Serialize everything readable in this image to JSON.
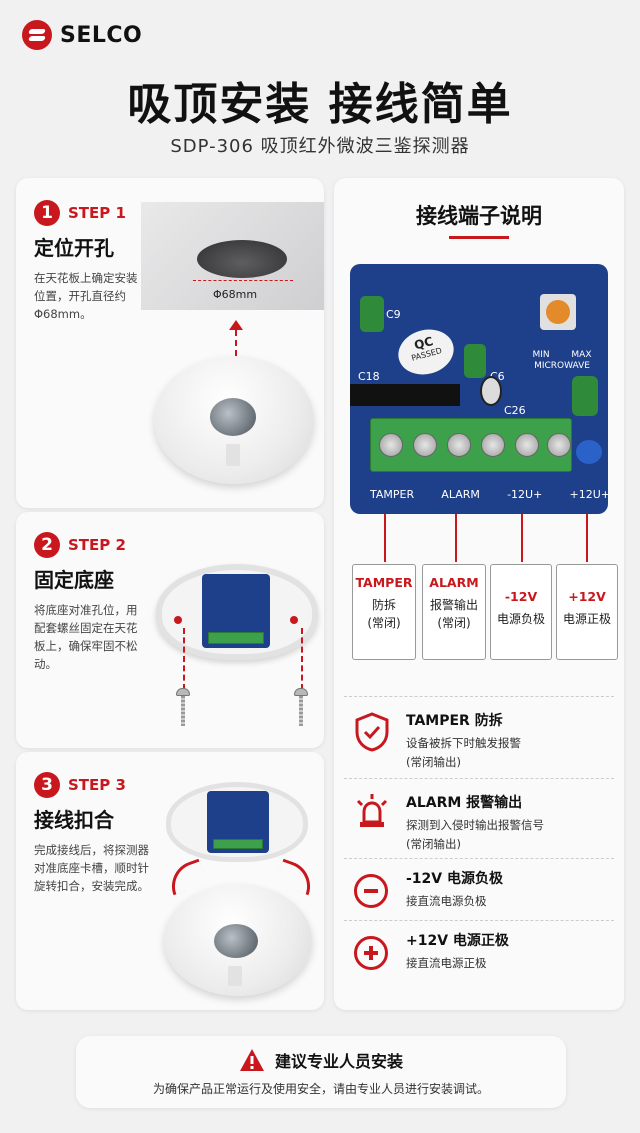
{
  "brand": {
    "name": "SELCO"
  },
  "hero": {
    "title": "吸顶安装  接线简单",
    "subtitle": "SDP-306 吸顶红外微波三鉴探测器"
  },
  "steps": [
    {
      "num": "1",
      "label": "STEP 1",
      "title": "定位开孔",
      "desc": "在天花板上确定安装位置，开孔直径约Φ68mm。",
      "dimension": "Φ68mm"
    },
    {
      "num": "2",
      "label": "STEP 2",
      "title": "固定底座",
      "desc": "将底座对准孔位，用配套螺丝固定在天花板上，确保牢固不松动。"
    },
    {
      "num": "3",
      "label": "STEP 3",
      "title": "接线扣合",
      "desc": "完成接线后，将探测器对准底座卡槽，顺时针旋转扣合，安装完成。"
    }
  ],
  "wiring": {
    "title": "接线端子说明",
    "pcb_labels": {
      "c9": "C9",
      "c18": "C18",
      "c6": "C6",
      "c26": "C26",
      "qc": "QC",
      "passed": "PASSED",
      "min": "MIN",
      "max": "MAX",
      "microwave": "MICROWAVE",
      "tamper": "TAMPER",
      "alarm": "ALARM",
      "neg12": "-12U+",
      "pos12": "+12U+"
    },
    "terminals": [
      {
        "code": "TAMPER",
        "line1": "防拆",
        "line2": "(常闭)"
      },
      {
        "code": "ALARM",
        "line1": "报警输出",
        "line2": "(常闭)"
      },
      {
        "code": "-12V",
        "line1": "电源负极",
        "line2": ""
      },
      {
        "code": "+12V",
        "line1": "电源正极",
        "line2": ""
      }
    ],
    "legend": [
      {
        "icon": "shield-check-icon",
        "title": "TAMPER 防拆",
        "desc1": "设备被拆下时触发报警",
        "desc2": "(常闭输出)"
      },
      {
        "icon": "alarm-siren-icon",
        "title": "ALARM 报警输出",
        "desc1": "探测到入侵时输出报警信号",
        "desc2": "(常闭输出)"
      },
      {
        "icon": "minus-circle-icon",
        "title": "-12V 电源负极",
        "desc1": "接直流电源负极",
        "desc2": ""
      },
      {
        "icon": "plus-circle-icon",
        "title": "+12V 电源正极",
        "desc1": "接直流电源正极",
        "desc2": ""
      }
    ]
  },
  "notice": {
    "title": "建议专业人员安装",
    "desc": "为确保产品正常运行及使用安全，请由专业人员进行安装调试。",
    "icon": "warning-triangle-icon"
  },
  "colors": {
    "accent": "#c8181e",
    "pcb": "#1e3f8a",
    "terminal": "#3da04a"
  }
}
